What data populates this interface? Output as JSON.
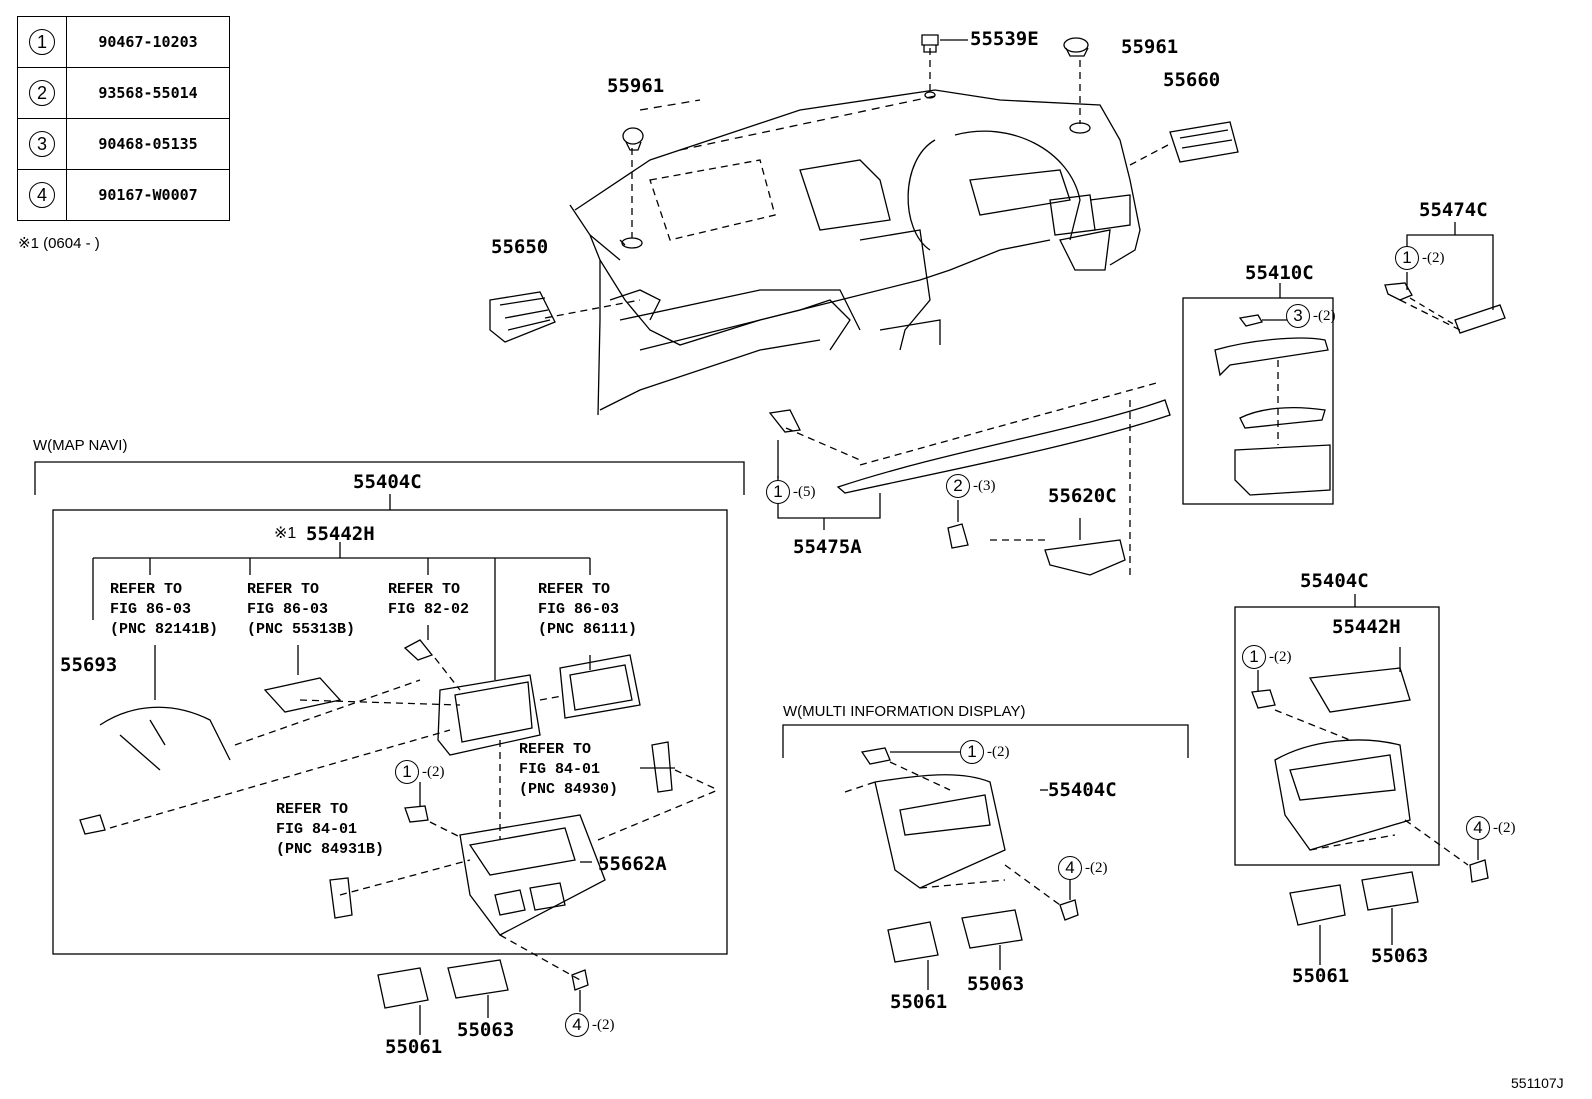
{
  "legend_table": [
    {
      "key": "1",
      "part_number": "90467-10203"
    },
    {
      "key": "2",
      "part_number": "93568-55014"
    },
    {
      "key": "3",
      "part_number": "90468-05135"
    },
    {
      "key": "4",
      "part_number": "90167-W0007"
    }
  ],
  "footnote": "※1 (0604 -        )",
  "figure_id": "551107J",
  "top_parts": {
    "p55539E": "55539E",
    "p55961_top": "55961",
    "p55961_left": "55961",
    "p55660": "55660",
    "p55650": "55650",
    "p55474C": "55474C",
    "p55410C": "55410C",
    "p55475A": "55475A",
    "p55620C": "55620C"
  },
  "callouts_top": {
    "c55474C_key": "1",
    "c55474C_qty": "-(2)",
    "c55410C_key": "3",
    "c55410C_qty": "-(2)",
    "c55475A_key": "1",
    "c55475A_qty": "-(5)",
    "c55620C_key": "2",
    "c55620C_qty": "-(3)"
  },
  "map_navi": {
    "caption": "W(MAP NAVI)",
    "assembly": "55404C",
    "sub_assembly_prefix": "※1",
    "sub_assembly": "55442H",
    "p55693": "55693",
    "p55662A": "55662A",
    "p55061": "55061",
    "p55063": "55063",
    "refs": [
      "REFER TO\nFIG 86-03\n(PNC 82141B)",
      "REFER TO\nFIG 86-03\n(PNC 55313B)",
      "REFER TO\nFIG 82-02",
      "REFER TO\nFIG 86-03\n(PNC 86111)",
      "REFER TO\nFIG 84-01\n(PNC 84930)",
      "REFER TO\nFIG 84-01\n(PNC 84931B)"
    ],
    "clip_key": "1",
    "clip_qty": "-(2)",
    "screw_key": "4",
    "screw_qty": "-(2)"
  },
  "multi_info": {
    "caption": "W(MULTI INFORMATION DISPLAY)",
    "assembly": "55404C",
    "p55061": "55061",
    "p55063": "55063",
    "clip_key": "1",
    "clip_qty": "-(2)",
    "screw_key": "4",
    "screw_qty": "-(2)"
  },
  "standard": {
    "assembly": "55404C",
    "sub_assembly": "55442H",
    "p55061": "55061",
    "p55063": "55063",
    "clip_key": "1",
    "clip_qty": "-(2)",
    "screw_key": "4",
    "screw_qty": "-(2)"
  }
}
